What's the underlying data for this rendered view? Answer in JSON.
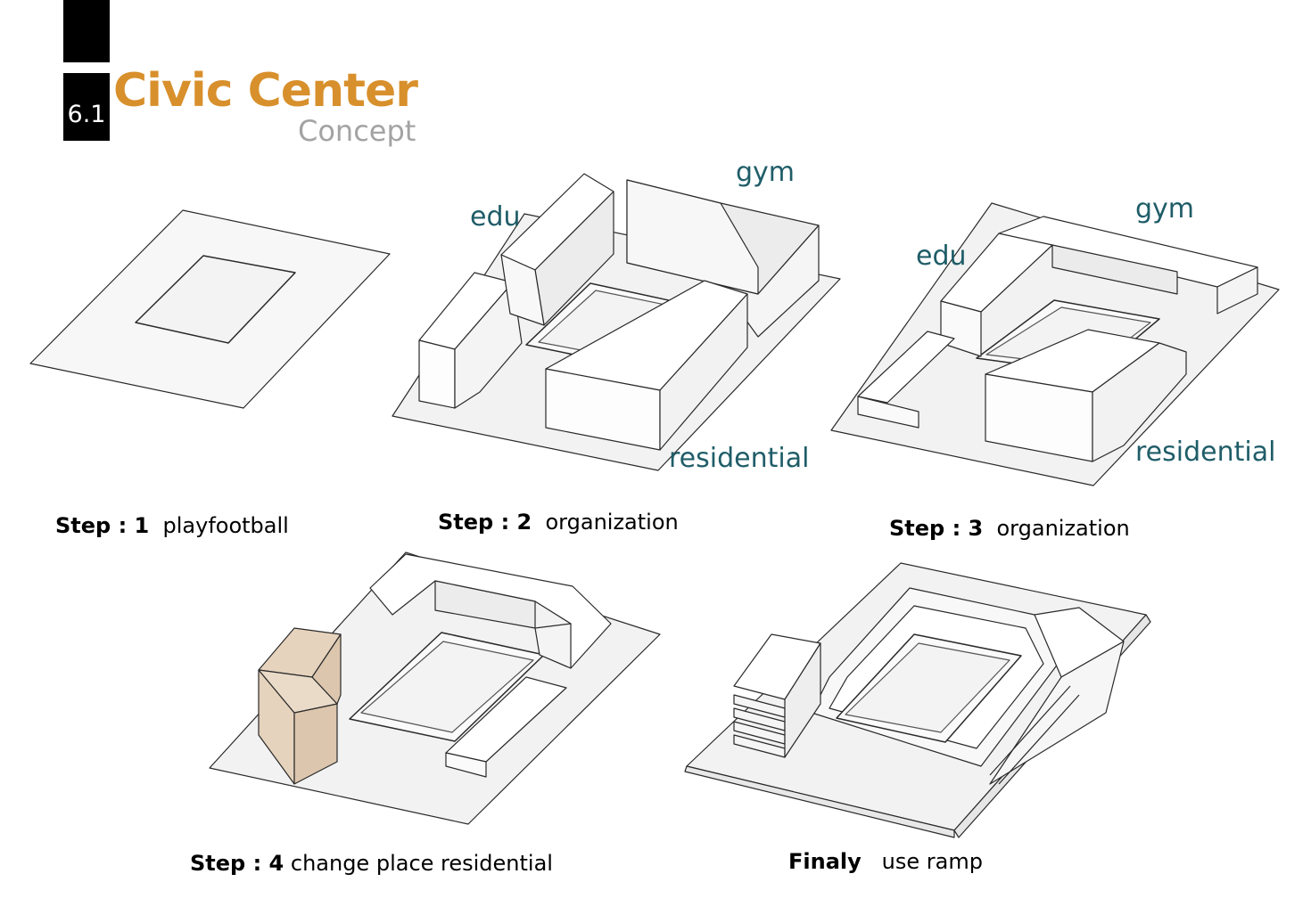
{
  "header": {
    "section_number": "6.1",
    "title": "Civic Center",
    "subtitle": "Concept"
  },
  "diagrams": {
    "step2": {
      "labels": {
        "edu": "edu",
        "gym": "gym",
        "residential": "residential"
      }
    },
    "step3": {
      "labels": {
        "edu": "edu",
        "gym": "gym",
        "residential": "residential"
      }
    }
  },
  "captions": {
    "step1": {
      "label": "Step : 1",
      "text": "playfootball"
    },
    "step2": {
      "label": "Step : 2",
      "text": "organization"
    },
    "step3": {
      "label": "Step : 3",
      "text": "organization"
    },
    "step4": {
      "label": "Step : 4",
      "text": "change place residential"
    },
    "final": {
      "label": "Finaly",
      "text": "use ramp"
    }
  },
  "colors": {
    "title": "#d8902c",
    "subtitle": "#a3a3a3",
    "labels": "#1f5d68",
    "residential_block": "#e6d3bd"
  }
}
